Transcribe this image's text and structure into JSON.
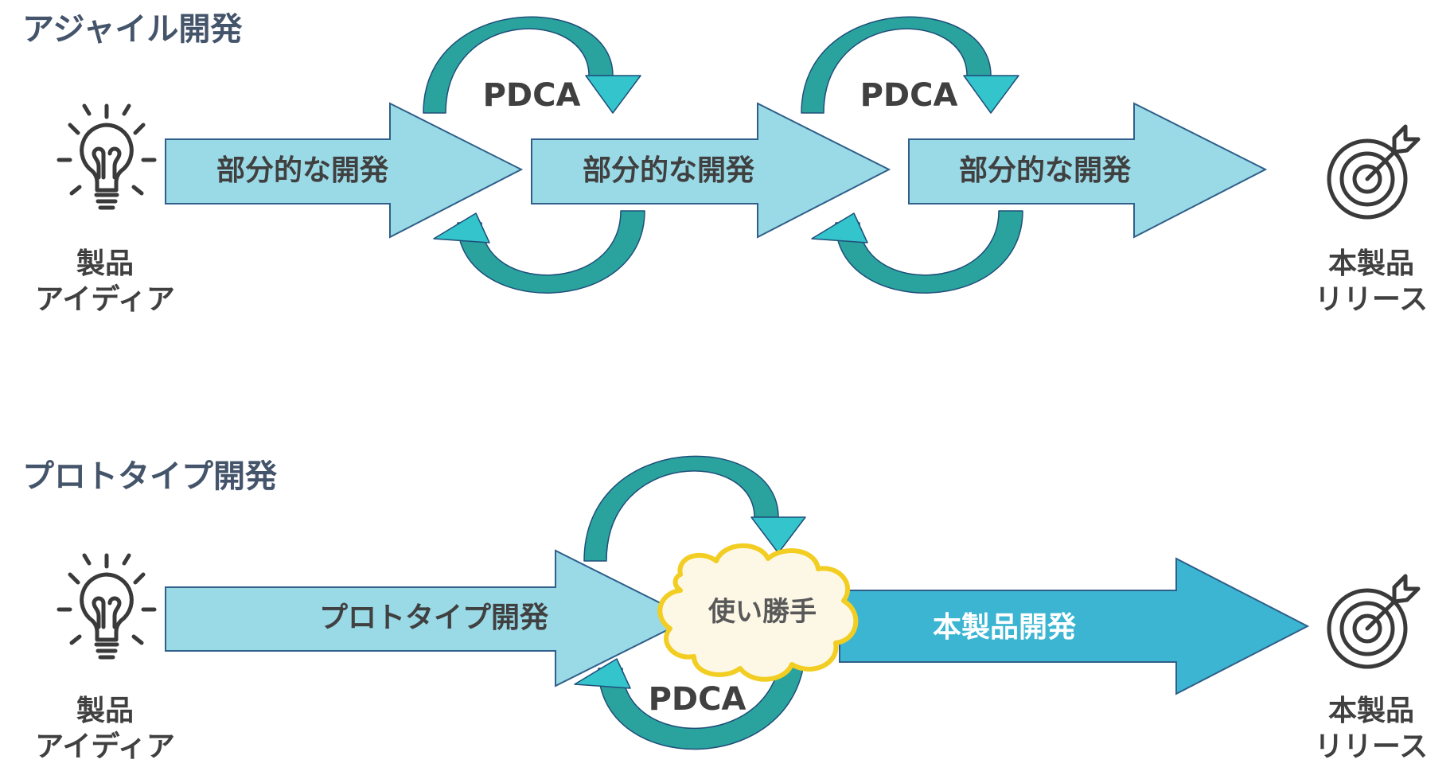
{
  "agile": {
    "title": "アジャイル開発",
    "start": {
      "line1": "製品",
      "line2": "アイディア"
    },
    "steps": [
      "部分的な開発",
      "部分的な開発",
      "部分的な開発"
    ],
    "cycle_labels": [
      "PDCA",
      "PDCA"
    ],
    "end": {
      "line1": "本製品",
      "line2": "リリース"
    }
  },
  "prototype": {
    "title": "プロトタイプ開発",
    "start": {
      "line1": "製品",
      "line2": "アイディア"
    },
    "step": "プロトタイプ開発",
    "cloud": "使い勝手",
    "cycle_label": "PDCA",
    "main": "本製品開発",
    "end": {
      "line1": "本製品",
      "line2": "リリース"
    }
  },
  "colors": {
    "arrow_light": "#9ad9e6",
    "arrow_main": "#3bb5d2",
    "cycle_dark": "#2aa39f",
    "cycle_light": "#33c4cc",
    "cloud_fill": "#fdf8e6",
    "cloud_stroke": "#f2cd22",
    "title_text": "#44546a"
  },
  "icons": [
    "lightbulb-icon",
    "target-icon"
  ]
}
